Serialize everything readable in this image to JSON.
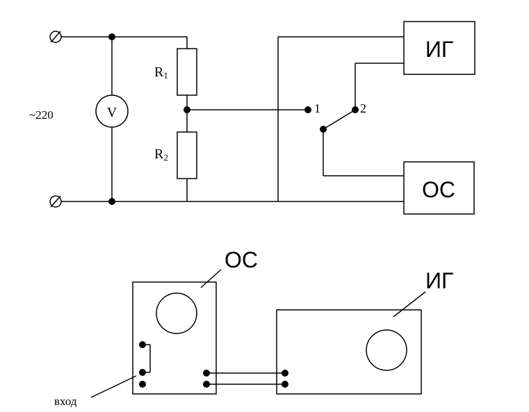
{
  "schematic": {
    "supply_label": "~220",
    "voltmeter_label": "V",
    "resistor_1": {
      "letter": "R",
      "sub": "1"
    },
    "resistor_2": {
      "letter": "R",
      "sub": "2"
    },
    "switch_pos_1": "1",
    "switch_pos_2": "2",
    "generator_label": "ИГ",
    "oscilloscope_label": "ОС"
  },
  "panel": {
    "oscilloscope_label": "ОС",
    "generator_label": "ИГ",
    "input_label": "вход"
  }
}
